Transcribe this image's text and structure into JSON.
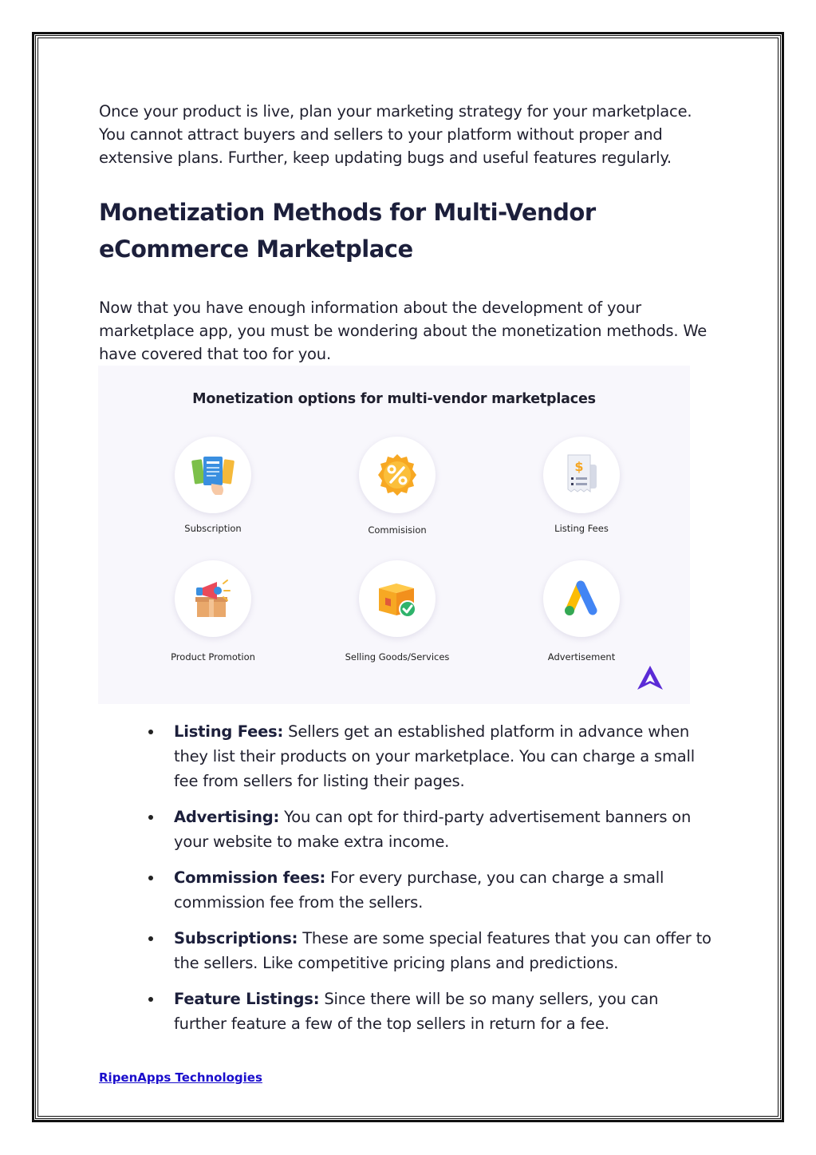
{
  "intro_paragraph": "Once your product is live, plan your marketing strategy for your marketplace. You cannot attract buyers and sellers to your platform without proper and extensive plans. Further, keep updating bugs and useful features regularly.",
  "section_heading": "Monetization Methods for Multi-Vendor eCommerce Marketplace",
  "section_paragraph": "Now that you have enough information about the development of your marketplace app, you must be wondering about the monetization methods. We have covered that too for you.",
  "infographic": {
    "title": "Monetization options for multi-vendor marketplaces",
    "options": [
      {
        "label": "Subscription",
        "icon": "subscription-cards-icon"
      },
      {
        "label": "Commisision",
        "icon": "percent-badge-icon"
      },
      {
        "label": "Listing Fees",
        "icon": "receipt-dollar-icon"
      },
      {
        "label": "Product Promotion",
        "icon": "megaphone-box-icon"
      },
      {
        "label": "Selling Goods/Services",
        "icon": "box-check-icon"
      },
      {
        "label": "Advertisement",
        "icon": "google-ads-icon"
      }
    ]
  },
  "bullets": [
    {
      "term": "Listing Fees:",
      "text": " Sellers get an established platform in advance when they list their products on your marketplace. You can charge a small fee from sellers for listing their pages."
    },
    {
      "term": "Advertising:",
      "text": " You can opt for third-party advertisement banners on your website to make extra income."
    },
    {
      "term": "Commission fees:",
      "text": " For every purchase, you can charge a small commission fee from the sellers."
    },
    {
      "term": "Subscriptions:",
      "text": " These are some special features that you can offer to the sellers. Like competitive pricing plans and predictions."
    },
    {
      "term": "Feature Listings:",
      "text": " Since there will be so many sellers, you can further feature a few of the top sellers in return for a fee."
    }
  ],
  "footer_link": "RipenApps Technologies",
  "colors": {
    "heading": "#1c1f3b",
    "link": "#1a0dcc",
    "infographic_bg": "#f8f7fc",
    "logo": "#5b2bd6"
  }
}
